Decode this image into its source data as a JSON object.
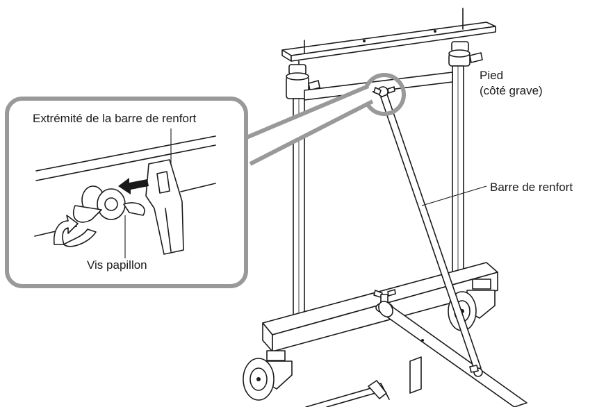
{
  "labels": {
    "inset_top": "Extrémité de la barre de renfort",
    "inset_bottom": "Vis papillon",
    "stand_side_1": "Pied",
    "stand_side_2": "(côté grave)",
    "brace": "Barre de renfort"
  },
  "colors": {
    "line": "#1a1a1a",
    "callout_border": "#999999",
    "background": "#ffffff"
  },
  "icons": [
    "arrow-left-icon",
    "curved-arrow-icon",
    "wing-screw-icon",
    "caster-wheel-icon"
  ]
}
